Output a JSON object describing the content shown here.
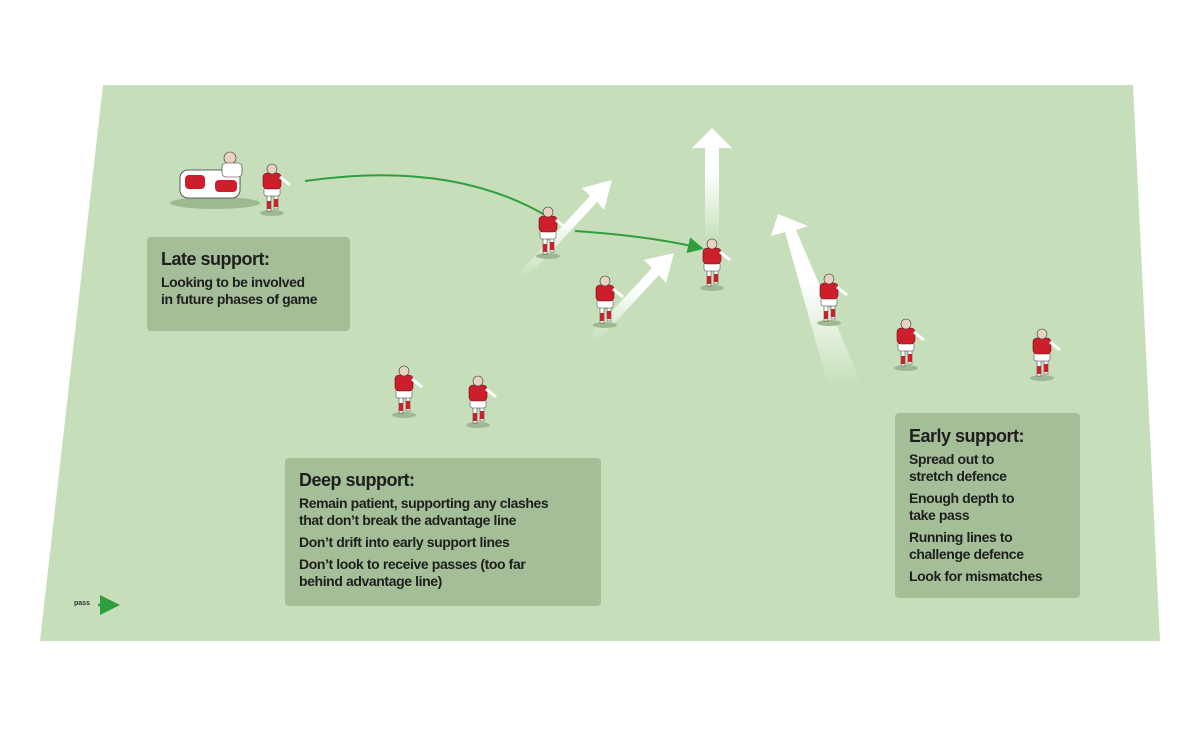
{
  "colors": {
    "field": "#c6dfba",
    "box": "#a4bf98",
    "pass": "#2e9e3e",
    "shirt": "#cc1f2b"
  },
  "legend": {
    "pass_label": "pass"
  },
  "late_support": {
    "title": "Late support:",
    "lines": [
      "Looking to be involved\nin future phases of game"
    ]
  },
  "deep_support": {
    "title": "Deep support:",
    "lines": [
      "Remain patient, supporting any clashes\nthat don’t break the advantage line",
      "Don’t drift into early support lines",
      "Don’t look to receive passes (too far\nbehind advantage line)"
    ]
  },
  "early_support": {
    "title": "Early support:",
    "lines": [
      "Spread out to\nstretch defence",
      "Enough depth to\ntake pass",
      "Running lines to\nchallenge defence",
      "Look for mismatches"
    ]
  }
}
